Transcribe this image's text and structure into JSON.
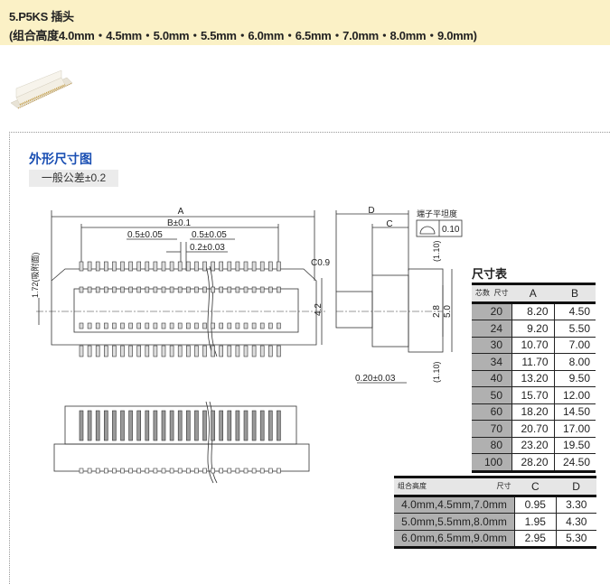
{
  "header": {
    "title": "5.P5KS 插头",
    "subtitle": "(组合高度4.0mm・4.5mm・5.0mm・5.5mm・6.0mm・6.5mm・7.0mm・8.0mm・9.0mm)"
  },
  "section": {
    "title": "外形尺寸图",
    "tolerance": "一般公差±0.2"
  },
  "drawing": {
    "labels": {
      "A": "A",
      "B": "B±0.1",
      "pitch_left": "0.5±0.05",
      "pitch_right": "0.5±0.05",
      "width": "0.2±0.03",
      "chamfer": "C0.9",
      "suction": "1.72(吸附面)",
      "h42": "4.2",
      "D": "D",
      "C": "C",
      "flatness_title": "端子平坦度",
      "flatness_value": "0.10",
      "top110": "(1.10)",
      "bot110": "(1.10)",
      "d28": "2.8",
      "d50": "5.0",
      "thick": "0.20±0.03"
    }
  },
  "size_table": {
    "title": "尺寸表",
    "corner_top": "尺寸",
    "corner_bottom": "芯数",
    "columns": [
      "A",
      "B"
    ],
    "rows": [
      {
        "pins": "20",
        "A": "8.20",
        "B": "4.50"
      },
      {
        "pins": "24",
        "A": "9.20",
        "B": "5.50"
      },
      {
        "pins": "30",
        "A": "10.70",
        "B": "7.00"
      },
      {
        "pins": "34",
        "A": "11.70",
        "B": "8.00"
      },
      {
        "pins": "40",
        "A": "13.20",
        "B": "9.50"
      },
      {
        "pins": "50",
        "A": "15.70",
        "B": "12.00"
      },
      {
        "pins": "60",
        "A": "18.20",
        "B": "14.50"
      },
      {
        "pins": "70",
        "A": "20.70",
        "B": "17.00"
      },
      {
        "pins": "80",
        "A": "23.20",
        "B": "19.50"
      },
      {
        "pins": "100",
        "A": "28.20",
        "B": "24.50"
      }
    ]
  },
  "height_table": {
    "corner_top": "尺寸",
    "corner_bottom": "组合高度",
    "columns": [
      "C",
      "D"
    ],
    "rows": [
      {
        "height": "4.0mm,4.5mm,7.0mm",
        "C": "0.95",
        "D": "3.30"
      },
      {
        "height": "5.0mm,5.5mm,8.0mm",
        "C": "1.95",
        "D": "4.30"
      },
      {
        "height": "6.0mm,6.5mm,9.0mm",
        "C": "2.95",
        "D": "5.30"
      }
    ]
  }
}
